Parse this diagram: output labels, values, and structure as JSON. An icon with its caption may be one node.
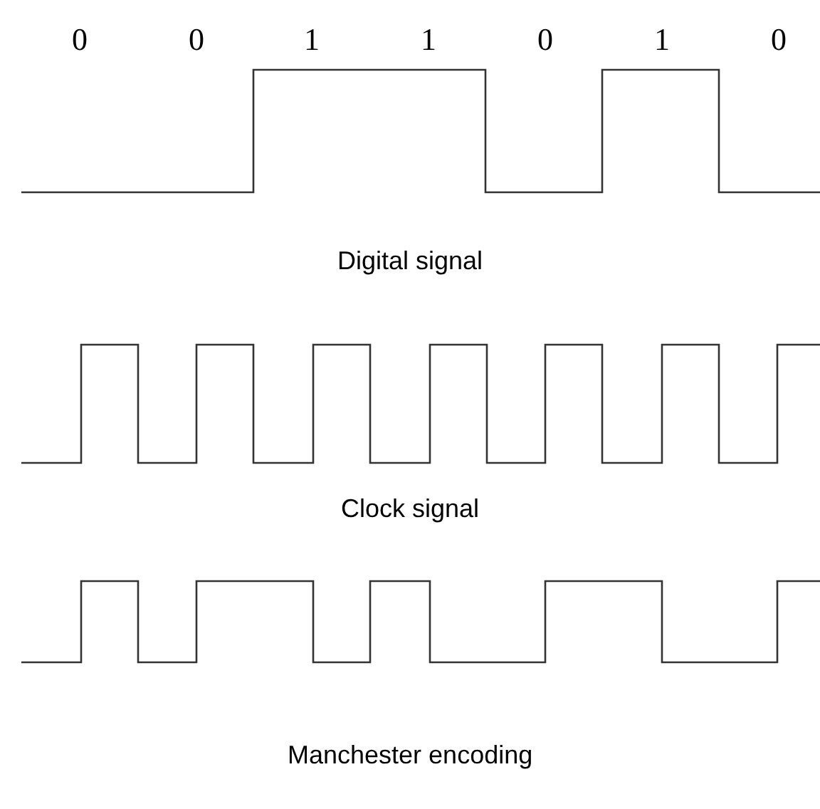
{
  "diagram": {
    "labels": [
      "0",
      "0",
      "1",
      "1",
      "0",
      "1",
      "0",
      "Digital signal",
      "Clock signal",
      "Manchester encoding"
    ]
  }
}
